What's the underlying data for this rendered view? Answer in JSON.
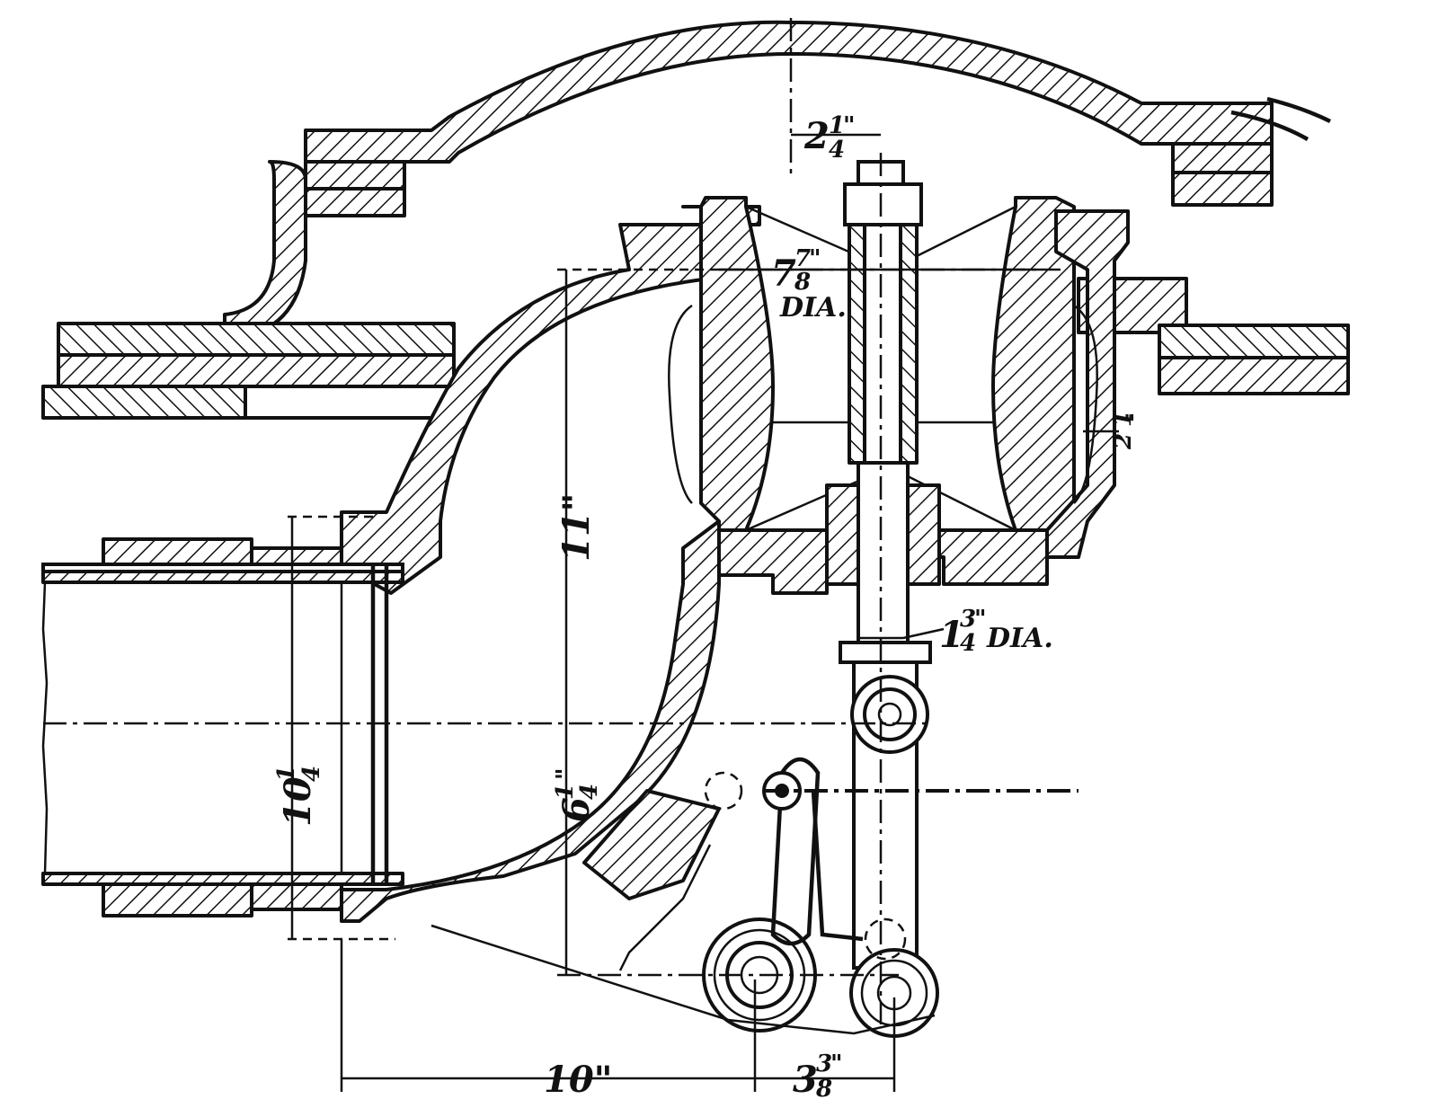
{
  "dimensions": {
    "d_2_1_4": {
      "whole": "2",
      "num": "1",
      "den": "4",
      "unit": "\""
    },
    "d_7_7_8": {
      "whole": "7",
      "num": "7",
      "den": "8",
      "unit": "\"",
      "suffix": "DIA."
    },
    "d_11": {
      "text": "11\""
    },
    "d_half": {
      "num": "1",
      "den": "2",
      "unit": "\""
    },
    "d_1_3_4": {
      "whole": "1",
      "num": "3",
      "den": "4",
      "unit": "\"",
      "suffix": "DIA."
    },
    "d_10_1_4": {
      "whole": "10",
      "num": "1",
      "den": "4",
      "unit": "\""
    },
    "d_6_1_4": {
      "whole": "6",
      "num": "1",
      "den": "4",
      "unit": "\""
    },
    "d_10": {
      "text": "10\""
    },
    "d_3_3_8": {
      "whole": "3",
      "num": "3",
      "den": "8",
      "unit": "\""
    }
  },
  "colors": {
    "ink": "#111111",
    "paper": "#ffffff"
  }
}
